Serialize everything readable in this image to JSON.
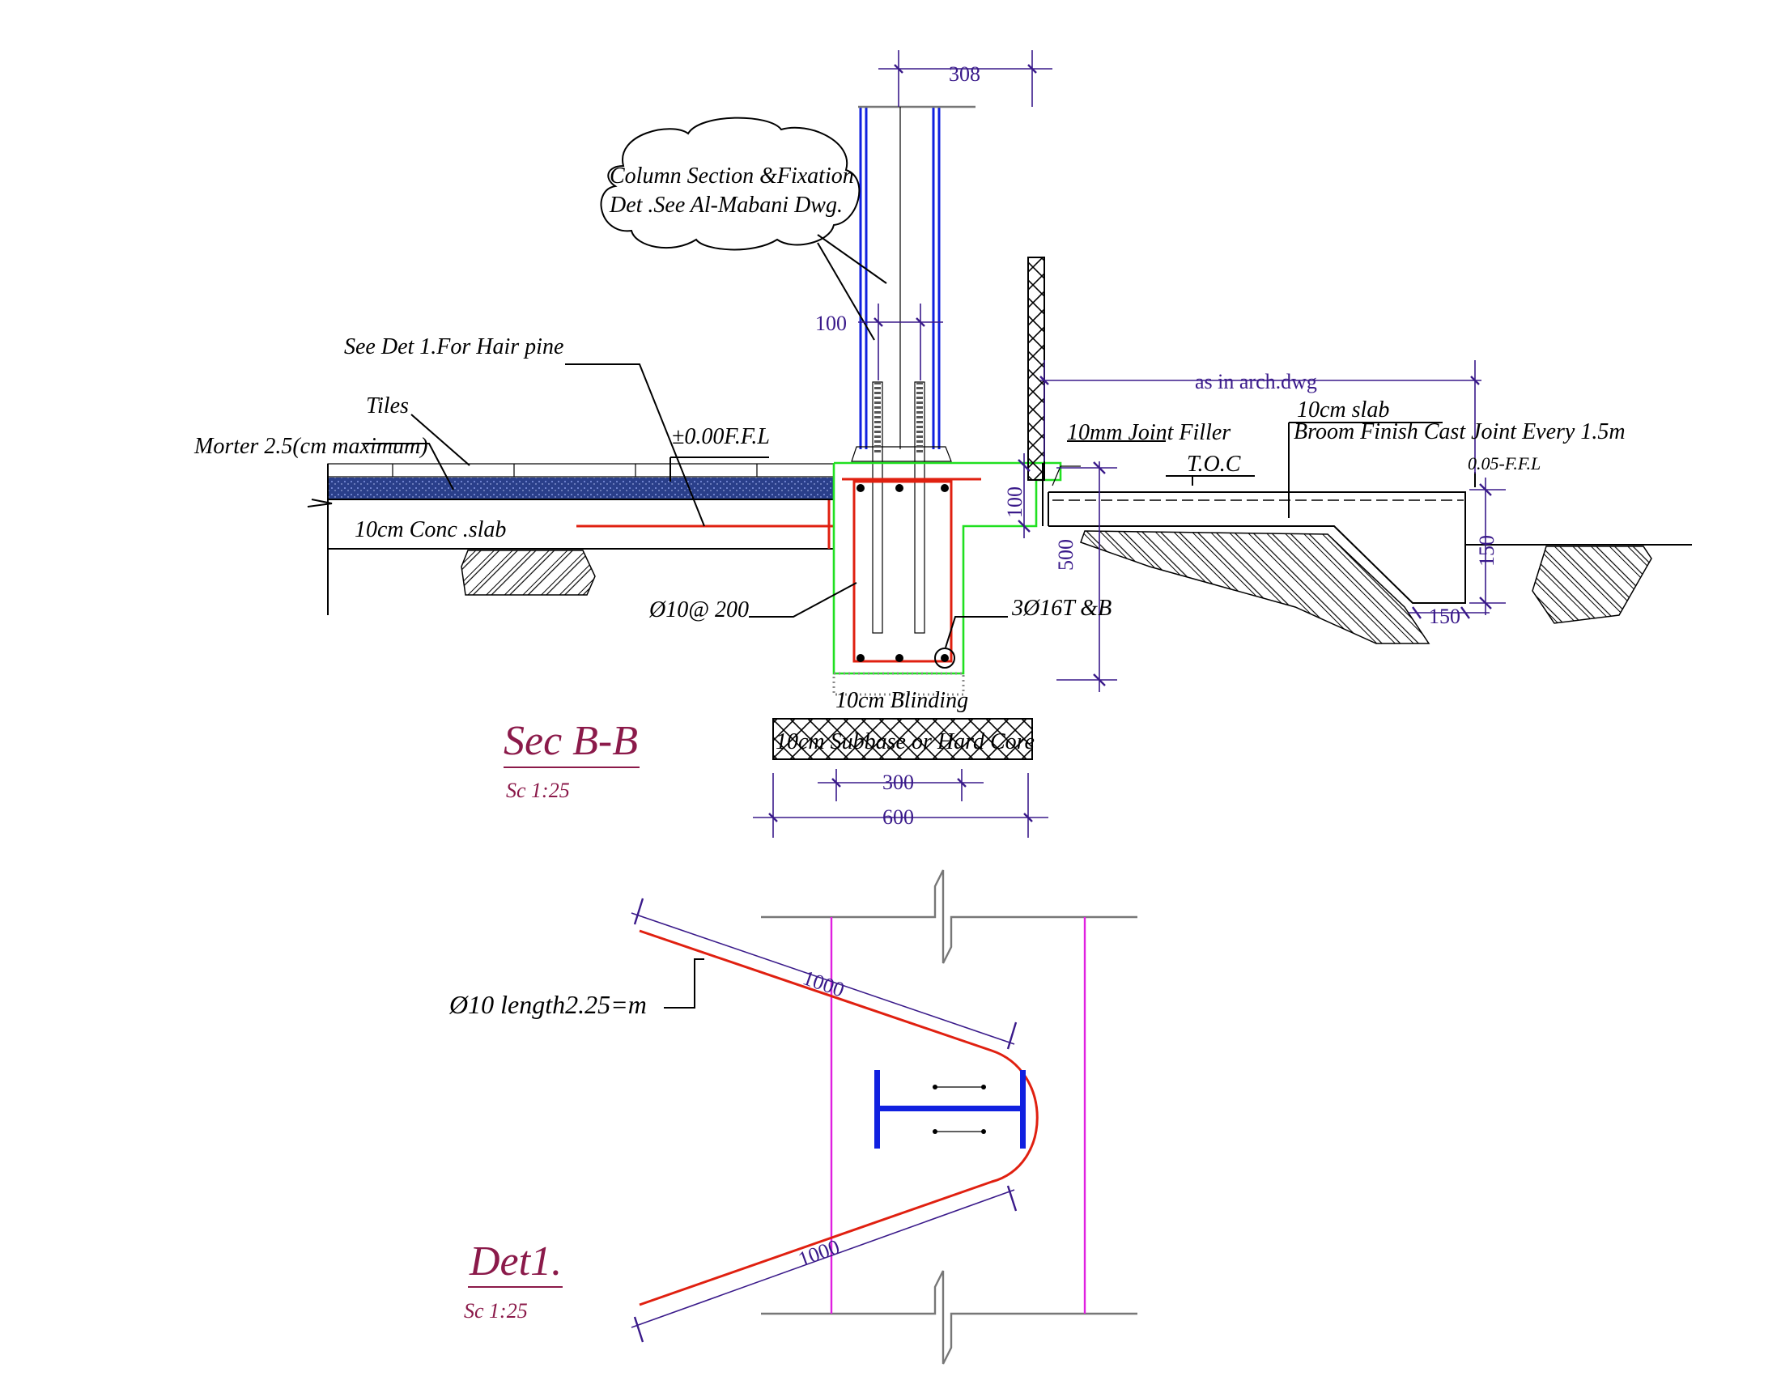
{
  "sec_bb": {
    "title": "Sec B-B",
    "scale": "Sc 1:25",
    "labels": {
      "see_det": "See Det 1.For Hair pine",
      "tiles": "Tiles",
      "morter": "Morter 2.5(cm maximum)",
      "ffl": "±0.00F.F.L",
      "conc_slab": "10cm Conc .slab",
      "stirrups": "Ø10@ 200",
      "bars": "3Ø16T &B",
      "blinding": "10cm Blinding",
      "subbase": "10cm Subbase or Hard Core",
      "column_note_1": "Column Section &Fixation",
      "column_note_2": "Det .See Al-Mabani Dwg.",
      "joint_filler": "10mm Joint Filler",
      "toc": "T.O.C",
      "ext_slab": "10cm  slab",
      "broom": "Broom Finish  Cast Joint Every 1.5m",
      "ffl_ext": "0.05-F.F.L",
      "arch": "as in arch.dwg"
    },
    "dimensions": {
      "top": "308",
      "anchor_gap": "100",
      "curb_height": "100",
      "beam_depth": "500",
      "ext_depth": "150",
      "ext_end": "150",
      "footing_inner": "300",
      "footing_outer": "600"
    }
  },
  "det1": {
    "title": "Det1.",
    "scale": "Sc 1:25",
    "bar_label": "Ø10 length2.25=m",
    "dim_top": "1000",
    "dim_bottom": "1000"
  },
  "colors": {
    "rebar": "#e02010",
    "steel_column": "#1020e0",
    "formwork": "#20e020",
    "dimension": "#3a1a8a",
    "title": "#8b1a4a",
    "column_face": "#e020e0"
  }
}
